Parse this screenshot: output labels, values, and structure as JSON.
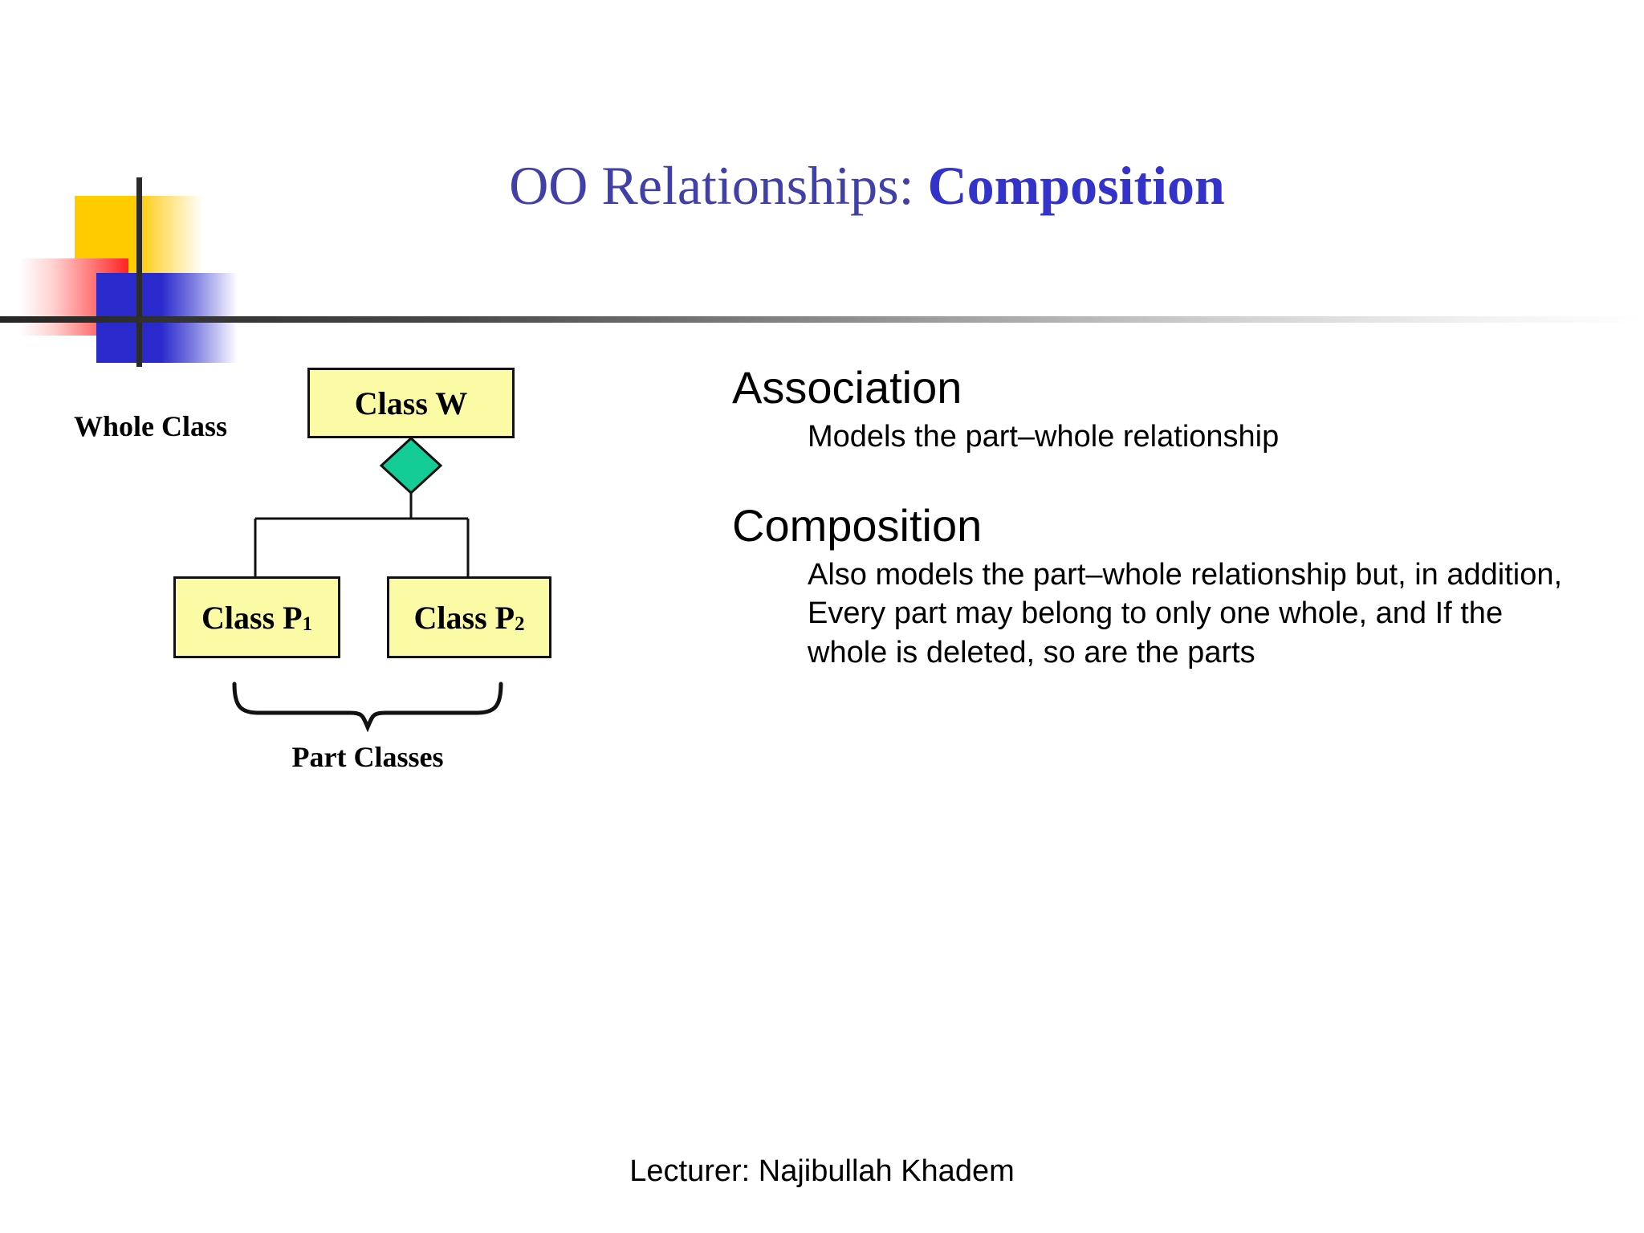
{
  "slide": {
    "title_part1": "OO Relationships: ",
    "title_part2": "Composition",
    "footer": "Lecturer: Najibullah Khadem",
    "background": "#ffffff"
  },
  "logo": {
    "yellow": "#FFCC00",
    "red": "#FF2222",
    "blue": "#2A2ACC",
    "rule": "#262626"
  },
  "diagram": {
    "whole_label": "Whole Class",
    "part_label": "Part Classes",
    "box_fill": "#FBFBA6",
    "box_border": "#111111",
    "diamond_fill": "#14CC96",
    "boxes": [
      {
        "id": "w",
        "text": "Class W",
        "sub": ""
      },
      {
        "id": "p1",
        "text": "Class P",
        "sub": "1"
      },
      {
        "id": "p2",
        "text": "Class P",
        "sub": "2"
      }
    ]
  },
  "content": {
    "blocks": [
      {
        "heading": "Association",
        "body": "Models the part–whole relationship"
      },
      {
        "heading": "Composition",
        "body": "Also models the part–whole relationship but, in addition, Every part may belong to only one whole, and  If the whole is deleted, so are the parts"
      }
    ]
  }
}
